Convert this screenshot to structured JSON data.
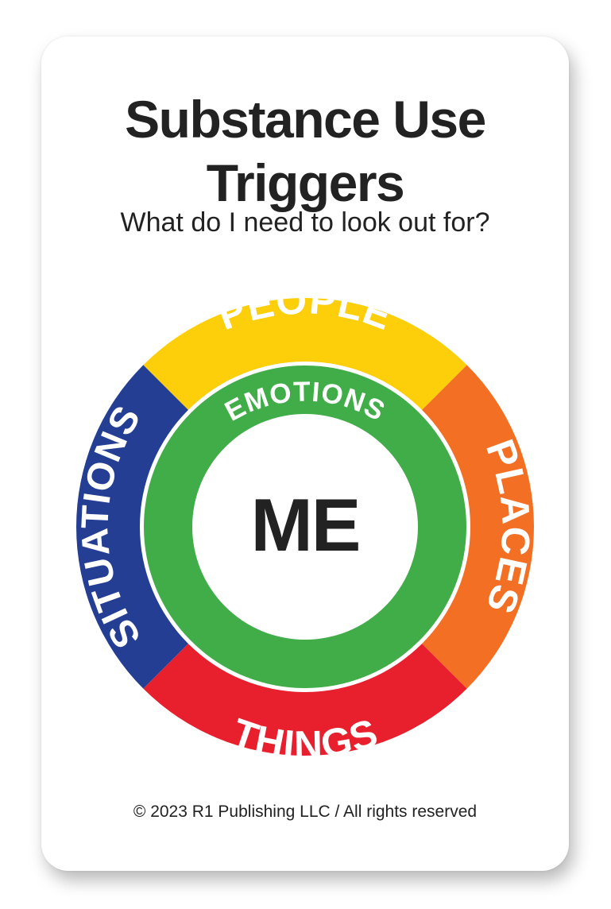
{
  "card": {
    "title_line1": "Substance Use",
    "title_line2": "Triggers",
    "subtitle": "What do I need to look out for?",
    "footer": "© 2023 R1 Publishing LLC / All rights reserved"
  },
  "diagram": {
    "center": "ME",
    "inner_ring": {
      "label": "EMOTIONS",
      "color": "#41AD49"
    },
    "outer_ring": [
      {
        "label": "PEOPLE",
        "color": "#FCCF0A"
      },
      {
        "label": "PLACES",
        "color": "#F26F23"
      },
      {
        "label": "THINGS",
        "color": "#E8202E"
      },
      {
        "label": "SITUATIONS",
        "color": "#233E93"
      }
    ]
  }
}
